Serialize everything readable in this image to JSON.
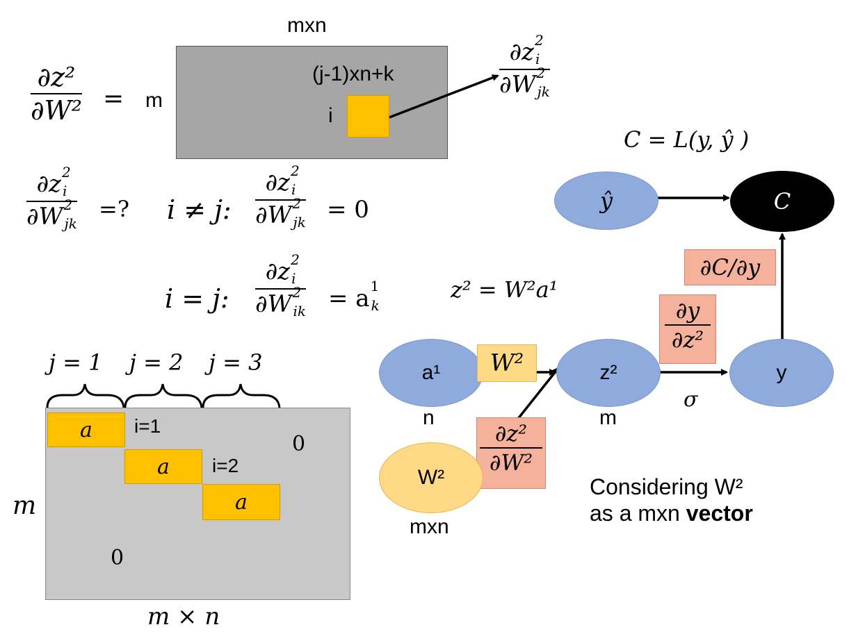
{
  "top": {
    "mxn_label": "mxn",
    "lhs_num": "∂z²",
    "lhs_den": "∂W²",
    "equals": "=",
    "m_label": "m",
    "index_label": "(j-1)xn+k",
    "i_label": "i",
    "arrow_num": "∂z",
    "arrow_num_sup": "2",
    "arrow_num_sub": "i",
    "arrow_den": "∂W",
    "arrow_den_sup": "2",
    "arrow_den_sub": "jk"
  },
  "equations": {
    "q_suffix": "=?",
    "neq_cond": "i ≠ j:",
    "neq_result": "= 0",
    "eq_cond": "i = j:",
    "eq_result": "= a",
    "eq_result_sup": "1",
    "eq_result_sub": "k",
    "eq_den_sub": "ik"
  },
  "matrix": {
    "j_labels": [
      "j = 1",
      "j = 2",
      "j = 3"
    ],
    "cell_label": "a",
    "i1": "i=1",
    "i2": "i=2",
    "zero_top": "0",
    "zero_bottom": "0",
    "m_side": "m",
    "bottom_label": "m × n"
  },
  "graph": {
    "cost_eq": "C = L(y, ŷ )",
    "yhat": "ŷ",
    "c_node": "C",
    "dcdy": "∂C/∂y",
    "z_eq": "z² = W²a¹",
    "dy_num": "∂y",
    "dy_den": "∂z²",
    "a_node": "a¹",
    "w_edge": "W²",
    "z_node": "z²",
    "y_node": "y",
    "sigma": "σ",
    "n_label": "n",
    "m_label": "m",
    "w_node": "W²",
    "mxn_label": "mxn",
    "dzdw_num": "∂z²",
    "dzdw_den": "∂W²"
  },
  "note": {
    "line1": "Considering W²",
    "line2_prefix": "as a mxn ",
    "line2_bold": "vector"
  }
}
